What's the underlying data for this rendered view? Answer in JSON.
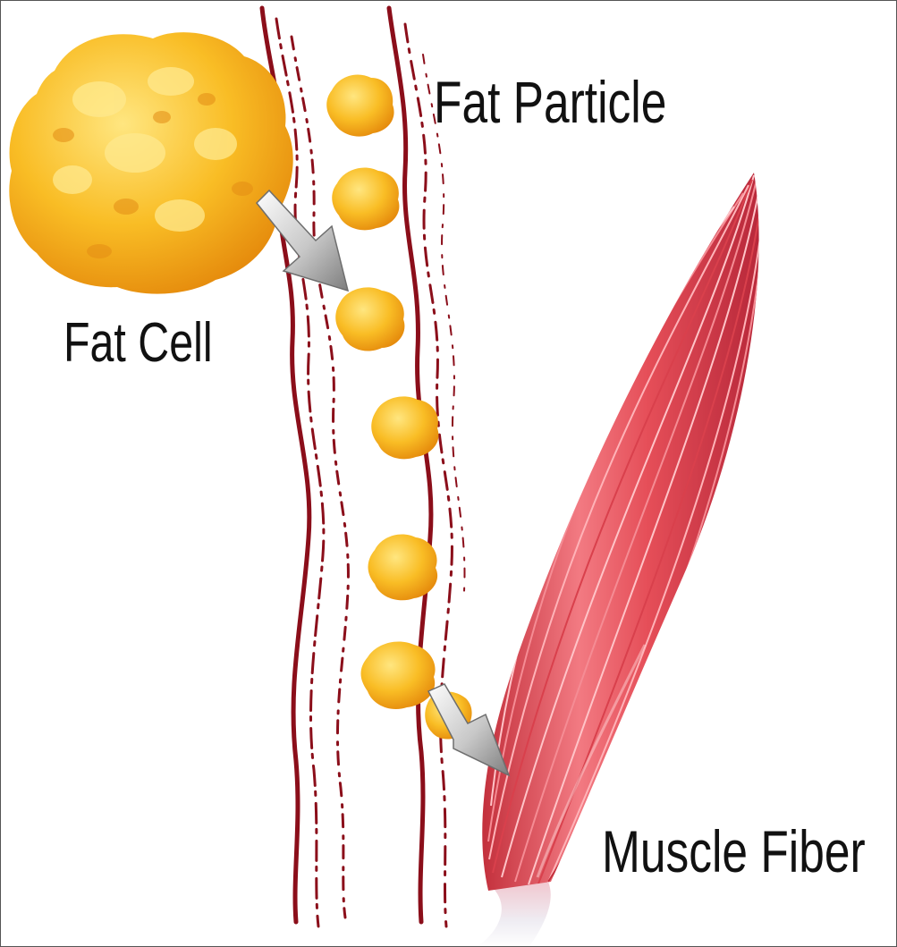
{
  "labels": {
    "fat_particle": "Fat Particle",
    "fat_cell": "Fat Cell",
    "muscle_fiber": "Muscle Fiber"
  },
  "colors": {
    "vessel": "#8b0e1a",
    "fat_light": "#ffd95a",
    "fat": "#f7b21c",
    "fat_dark": "#e58a0c",
    "muscle_light": "#f7a3a7",
    "muscle": "#e54e58",
    "muscle_dark": "#c3303c",
    "tendon": "#e8e4ec",
    "arrow_light": "#f4f4f4",
    "arrow_dark": "#8a8a8a"
  },
  "icons": {
    "vessel_walls": "blood-vessel-icon",
    "fat_cell": "fat-cell-icon",
    "fat_particle": "fat-particle-icon",
    "muscle_fiber": "muscle-fiber-icon",
    "arrows": "arrow-icon"
  }
}
